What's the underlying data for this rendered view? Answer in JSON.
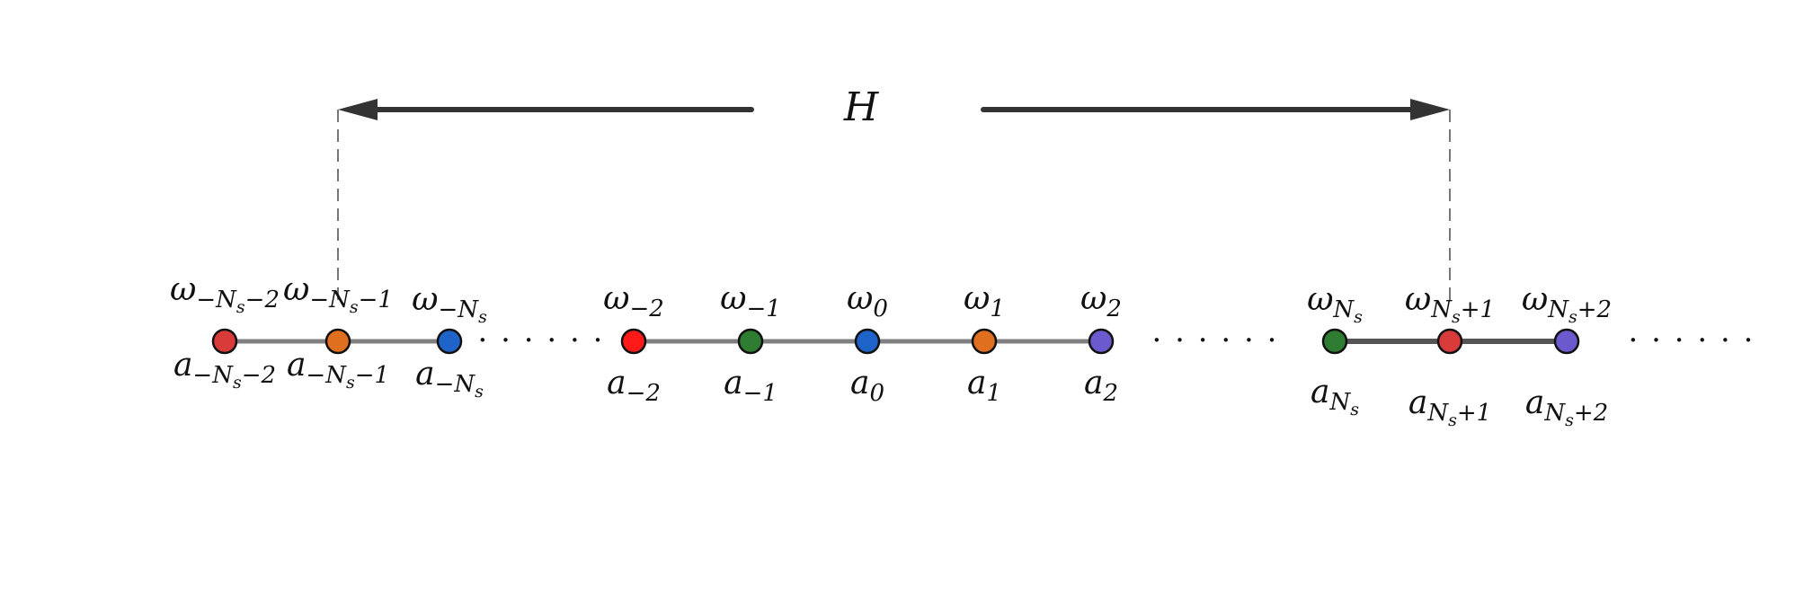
{
  "diagram": {
    "span_label": "H",
    "colors": {
      "chain_line": "#808080",
      "chain_line_dark": "#555555",
      "arrow": "#333333",
      "dashed": "#777777"
    },
    "groups": [
      {
        "nodes": [
          {
            "omega": "ω",
            "omega_sub": "−N",
            "omega_subsub": "s",
            "omega_tail": "−2",
            "a": "a",
            "a_sub": "−N",
            "a_subsub": "s",
            "a_tail": "−2",
            "color": "#D93A3A"
          },
          {
            "omega": "ω",
            "omega_sub": "−N",
            "omega_subsub": "s",
            "omega_tail": "−1",
            "a": "a",
            "a_sub": "−N",
            "a_subsub": "s",
            "a_tail": "−1",
            "color": "#E07020"
          },
          {
            "omega": "ω",
            "omega_sub": "−N",
            "omega_subsub": "s",
            "omega_tail": "",
            "a": "a",
            "a_sub": "−N",
            "a_subsub": "s",
            "a_tail": "",
            "color": "#1E64C8"
          }
        ],
        "trailing_dots": "· · · · · ·"
      },
      {
        "nodes": [
          {
            "omega": "ω",
            "omega_sub": "−2",
            "omega_subsub": "",
            "omega_tail": "",
            "a": "a",
            "a_sub": "−2",
            "a_subsub": "",
            "a_tail": "",
            "color": "#FF1A1A"
          },
          {
            "omega": "ω",
            "omega_sub": "−1",
            "omega_subsub": "",
            "omega_tail": "",
            "a": "a",
            "a_sub": "−1",
            "a_subsub": "",
            "a_tail": "",
            "color": "#2E7D32"
          },
          {
            "omega": "ω",
            "omega_sub": "0",
            "omega_subsub": "",
            "omega_tail": "",
            "a": "a",
            "a_sub": "0",
            "a_subsub": "",
            "a_tail": "",
            "color": "#1E64C8"
          },
          {
            "omega": "ω",
            "omega_sub": "1",
            "omega_subsub": "",
            "omega_tail": "",
            "a": "a",
            "a_sub": "1",
            "a_subsub": "",
            "a_tail": "",
            "color": "#E07020"
          },
          {
            "omega": "ω",
            "omega_sub": "2",
            "omega_subsub": "",
            "omega_tail": "",
            "a": "a",
            "a_sub": "2",
            "a_subsub": "",
            "a_tail": "",
            "color": "#6A5ACD"
          }
        ],
        "trailing_dots": "· · · · · ·"
      },
      {
        "nodes": [
          {
            "omega": "ω",
            "omega_sub": "N",
            "omega_subsub": "s",
            "omega_tail": "",
            "a": "a",
            "a_sub": "N",
            "a_subsub": "s",
            "a_tail": "",
            "color": "#2E7D32"
          },
          {
            "omega": "ω",
            "omega_sub": "N",
            "omega_subsub": "s",
            "omega_tail": "+1",
            "a": "a",
            "a_sub": "N",
            "a_subsub": "s",
            "a_tail": "+1",
            "color": "#D93A3A"
          },
          {
            "omega": "ω",
            "omega_sub": "N",
            "omega_subsub": "s",
            "omega_tail": "+2",
            "a": "a",
            "a_sub": "N",
            "a_subsub": "s",
            "a_tail": "+2",
            "color": "#6A5ACD"
          }
        ],
        "trailing_dots": "· · · · · ·"
      }
    ]
  }
}
